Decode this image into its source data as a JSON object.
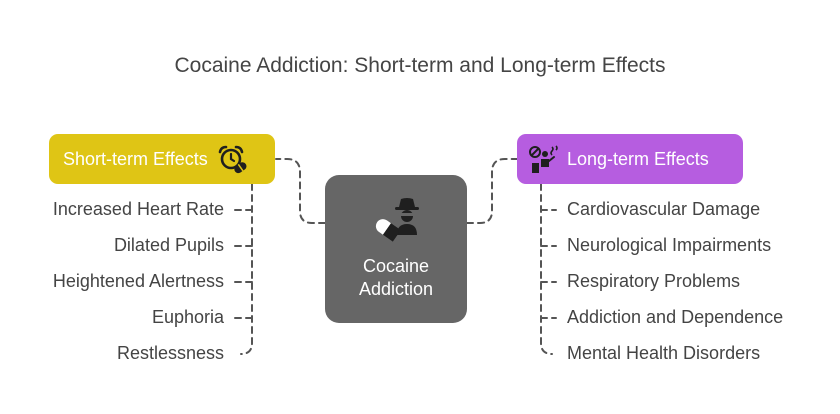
{
  "title": "Cocaine Addiction: Short-term and Long-term Effects",
  "center": {
    "label_line1": "Cocaine",
    "label_line2": "Addiction",
    "icon": "pill-spy-icon"
  },
  "short_term": {
    "label": "Short-term Effects",
    "icon": "alarm-pill-icon",
    "color": "#dfc515",
    "items": [
      "Increased Heart Rate",
      "Dilated Pupils",
      "Heightened Alertness",
      "Euphoria",
      "Restlessness"
    ]
  },
  "long_term": {
    "label": "Long-term Effects",
    "icon": "addiction-person-icon",
    "color": "#b65de0",
    "items": [
      "Cardiovascular Damage",
      "Neurological Impairments",
      "Respiratory Problems",
      "Addiction and Dependence",
      "Mental Health Disorders"
    ]
  }
}
